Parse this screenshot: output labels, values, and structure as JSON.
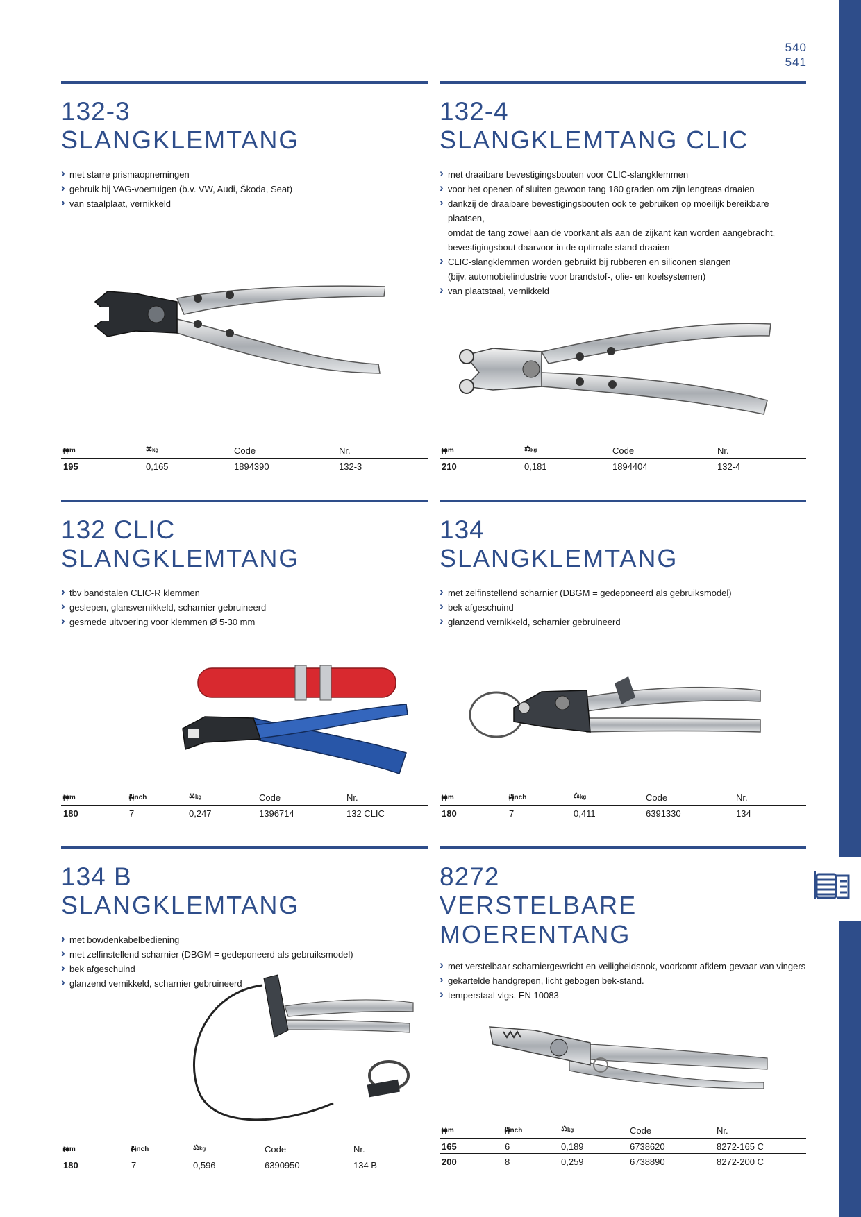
{
  "pages": [
    "540",
    "541"
  ],
  "spec_headers": {
    "length_mm": "mm",
    "length_inch": "\"inch",
    "weight": "kg",
    "code": "Code",
    "nr": "Nr."
  },
  "sections": [
    {
      "num": "132-3",
      "title": "SLANGKLEMTANG",
      "features": [
        "met starre prismaopnemingen",
        "gebruik bij VAG-voertuigen (b.v. VW, Audi, Škoda, Seat)",
        "van staalplaat, vernikkeld"
      ],
      "rows": [
        {
          "mm": "195",
          "kg": "0,165",
          "code": "1894390",
          "nr": "132-3"
        }
      ]
    },
    {
      "num": "132-4",
      "title": "SLANGKLEMTANG CLIC",
      "features": [
        "met draaibare bevestigingsbouten voor CLIC-slangklemmen",
        "voor het openen of sluiten gewoon tang 180 graden om zijn lengteas draaien",
        "dankzij de draaibare bevestigingsbouten ook te gebruiken op moeilijk bereikbare plaatsen,",
        "omdat de tang zowel aan de voorkant als aan de zijkant kan worden aangebracht,",
        "bevestigingsbout daarvoor in de optimale stand draaien",
        "CLIC-slangklemmen worden gebruikt bij rubberen en siliconen slangen",
        "(bijv. automobielindustrie voor brandstof-, olie- en koelsystemen)",
        "van plaatstaal, vernikkeld"
      ],
      "rows": [
        {
          "mm": "210",
          "kg": "0,181",
          "code": "1894404",
          "nr": "132-4"
        }
      ]
    },
    {
      "num": "132 CLIC",
      "title": "SLANGKLEMTANG",
      "features": [
        "tbv bandstalen CLIC-R klemmen",
        "geslepen, glansvernikkeld, scharnier gebruineerd",
        "gesmede uitvoering voor klemmen Ø 5-30 mm"
      ],
      "rows": [
        {
          "mm": "180",
          "inch": "7",
          "kg": "0,247",
          "code": "1396714",
          "nr": "132 CLIC"
        }
      ]
    },
    {
      "num": "134",
      "title": "SLANGKLEMTANG",
      "features": [
        "met zelfinstellend scharnier (DBGM = gedeponeerd als gebruiksmodel)",
        "bek afgeschuind",
        "glanzend vernikkeld, scharnier gebruineerd"
      ],
      "rows": [
        {
          "mm": "180",
          "inch": "7",
          "kg": "0,411",
          "code": "6391330",
          "nr": "134"
        }
      ]
    },
    {
      "num": "134 B",
      "title": "SLANGKLEMTANG",
      "features": [
        "met bowdenkabelbediening",
        "met zelfinstellend scharnier (DBGM = gedeponeerd als gebruiksmodel)",
        "bek afgeschuind",
        "glanzend vernikkeld, scharnier gebruineerd"
      ],
      "rows": [
        {
          "mm": "180",
          "inch": "7",
          "kg": "0,596",
          "code": "6390950",
          "nr": "134 B"
        }
      ]
    },
    {
      "num": "8272",
      "title": "VERSTELBARE MOERENTANG",
      "features": [
        "met verstelbaar scharniergewricht en veiligheidsnok, voorkomt afklem-gevaar van vingers",
        "gekartelde handgrepen, licht gebogen bek-stand.",
        "temperstaal vlgs. EN 10083"
      ],
      "rows": [
        {
          "mm": "165",
          "inch": "6",
          "kg": "0,189",
          "code": "6738620",
          "nr": "8272-165 C"
        },
        {
          "mm": "200",
          "inch": "8",
          "kg": "0,259",
          "code": "6738890",
          "nr": "8272-200 C"
        }
      ]
    }
  ]
}
